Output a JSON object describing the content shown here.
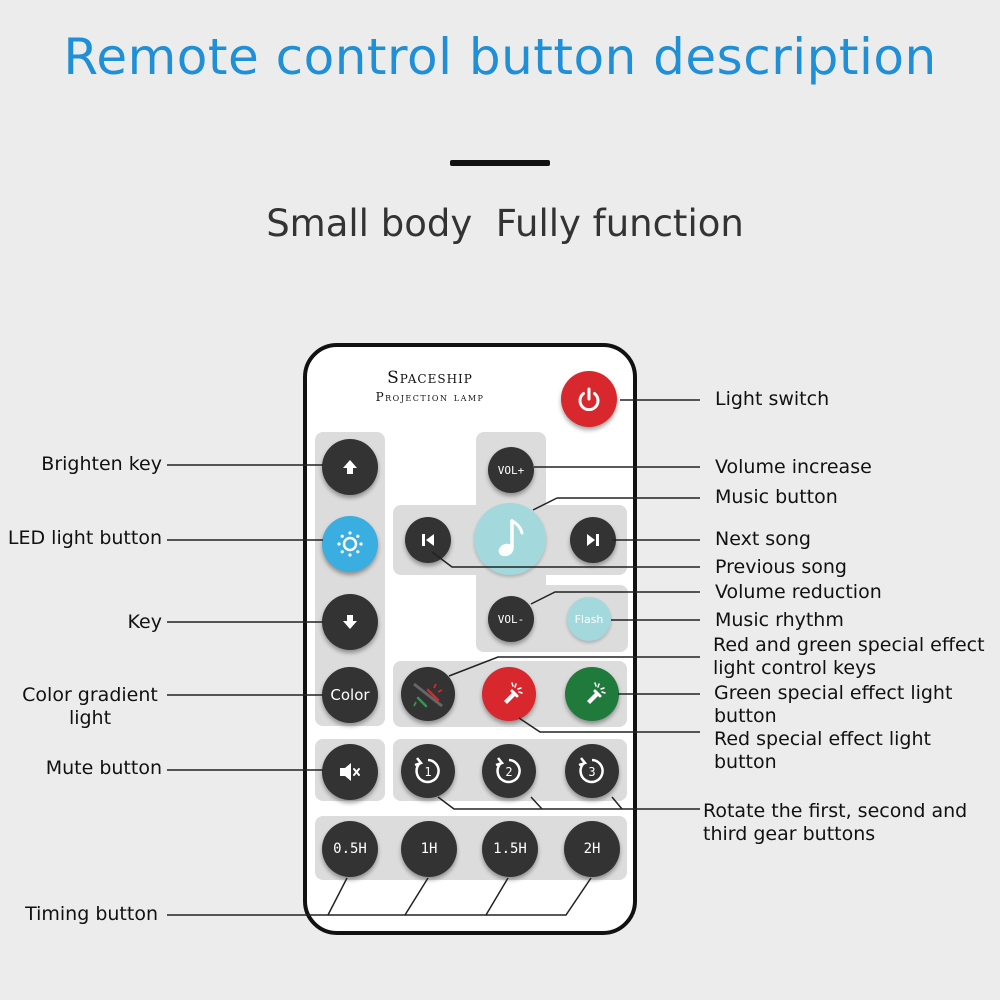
{
  "title": "Remote control button description",
  "subtitle": "Small body  Fully function",
  "remote": {
    "brand_line1": "Spaceship",
    "brand_line2": "Projection lamp",
    "buttons": {
      "power": "power-icon",
      "brighten": "arrow-up-icon",
      "led": "sun-icon",
      "dim": "arrow-down-icon",
      "color": "Color",
      "mute": "mute-icon",
      "vol_up": "VOL+",
      "vol_down": "VOL-",
      "music": "music-note-icon",
      "prev": "previous-icon",
      "next": "next-icon",
      "flash": "Flash",
      "red_green": "red-green-flashlight-icon",
      "red": "flashlight-icon",
      "green": "flashlight-icon",
      "rotate1": "1",
      "rotate2": "2",
      "rotate3": "3",
      "t05": "0.5H",
      "t1": "1H",
      "t15": "1.5H",
      "t2": "2H"
    },
    "colors": {
      "power": "#d9272e",
      "led": "#3aaee0",
      "music": "#a3d8dc",
      "flash": "#a3d8dc",
      "red": "#d9272e",
      "green": "#1f7a3c",
      "dark_button": "#333333"
    }
  },
  "labels": {
    "light_switch": "Light switch",
    "brighten_key": "Brighten key",
    "led_light_button": "LED light button",
    "key": "Key",
    "color_gradient_1": "Color gradient",
    "color_gradient_2": "light",
    "mute_button": "Mute button",
    "timing_button": "Timing button",
    "volume_increase": "Volume increase",
    "music_button": "Music button",
    "next_song": "Next song",
    "previous_song": "Previous song",
    "volume_reduction": "Volume reduction",
    "music_rhythm": "Music rhythm",
    "red_green_1": "Red and green special effect",
    "red_green_2": "light control keys",
    "green_effect_1": "Green special effect light",
    "green_effect_2": "button",
    "red_effect_1": "Red special effect light",
    "red_effect_2": "button",
    "rotate_1": "Rotate the first, second and",
    "rotate_2": "third gear buttons"
  }
}
